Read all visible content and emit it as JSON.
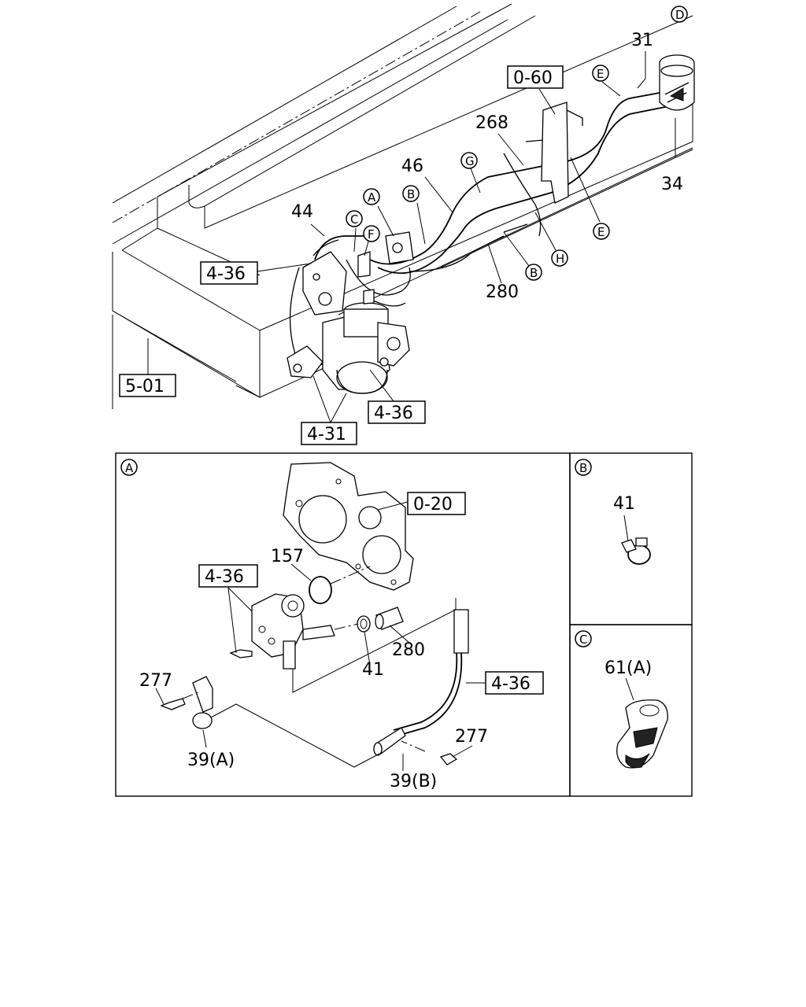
{
  "top_diagram": {
    "labels": {
      "p31": "31",
      "p34": "34",
      "p44": "44",
      "p46": "46",
      "p268": "268",
      "p280": "280"
    },
    "boxed_refs": {
      "r060": "0-60",
      "r436a": "4-36",
      "r436b": "4-36",
      "r501": "5-01",
      "r431": "4-31"
    },
    "circle_refs": {
      "D": "D",
      "E1": "E",
      "E2": "E",
      "A": "A",
      "B1": "B",
      "B2": "B",
      "C": "C",
      "F": "F",
      "G": "G",
      "H": "H"
    }
  },
  "panel_a": {
    "marker": "A",
    "labels": {
      "p157": "157",
      "p41": "41",
      "p280": "280",
      "p277a": "277",
      "p277b": "277",
      "p39a": "39(A)",
      "p39b": "39(B)"
    },
    "boxed_refs": {
      "r020": "0-20",
      "r436a": "4-36",
      "r436b": "4-36"
    }
  },
  "panel_b": {
    "marker": "B",
    "labels": {
      "p41": "41"
    }
  },
  "panel_c": {
    "marker": "C",
    "labels": {
      "p61a": "61(A)"
    }
  }
}
